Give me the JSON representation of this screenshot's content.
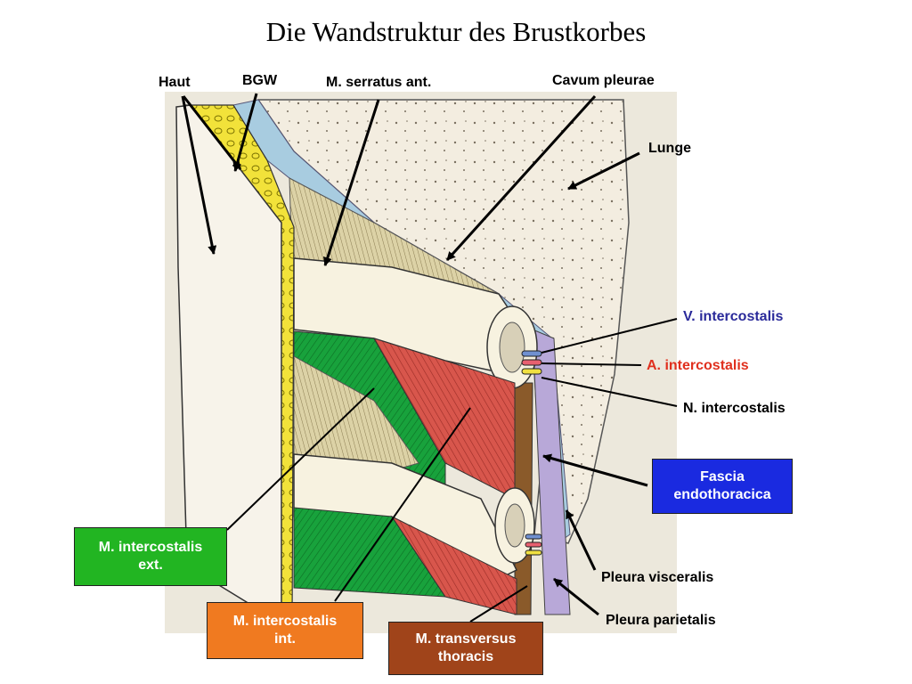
{
  "title": "Die Wandstruktur des Brustkorbes",
  "labels": {
    "haut": "Haut",
    "bgw": "BGW",
    "serratus": "M. serratus ant.",
    "cavum": "Cavum pleurae",
    "lunge": "Lunge",
    "vein": "V. intercostalis",
    "artery": "A. intercostalis",
    "nerve": "N. intercostalis",
    "pleura_visceralis": "Pleura visceralis",
    "pleura_parietalis": "Pleura parietalis"
  },
  "boxes": {
    "fascia": "Fascia\nendothoracica",
    "ic_ext": "M. intercostalis\next.",
    "ic_int": "M. intercostalis\nint.",
    "transversus": "M. transversus\nthoracis"
  },
  "colors": {
    "vein_label": "#2a2a9a",
    "artery_label": "#e0301e",
    "fascia_box": "#1a2ae0",
    "ic_ext_box": "#22b522",
    "ic_int_box": "#f07a20",
    "transversus_box": "#a0441a",
    "skin": "#f7f3ea",
    "fat": "#f2e23a",
    "serratus_muscle": "#dcd2a6",
    "external_intercostal": "#18a23c",
    "internal_intercostal": "#d8564c",
    "transversus_muscle": "#8a5a2a",
    "endothoracic_fascia": "#b8a8d8",
    "parietal_pleura": "#a8cce0",
    "lung": "#f3ede0",
    "rib": "#f7f2e0"
  },
  "icons": [
    "arrow-pointer"
  ]
}
